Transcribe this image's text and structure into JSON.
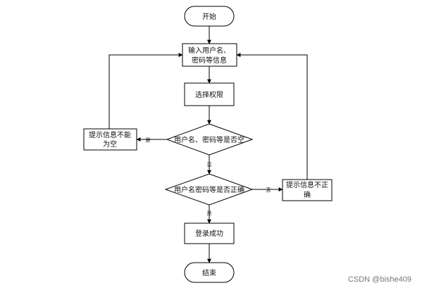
{
  "flowchart": {
    "start": "开始",
    "input_line1": "输入用户名、",
    "input_line2": "密码等信息",
    "select_role": "选择权限",
    "check_empty": "用户名、密码等是否空",
    "check_correct": "用户名密码等是否正确",
    "empty_msg_line1": "提示信息不能",
    "empty_msg_line2": "为空",
    "wrong_msg_line1": "提示信息不正",
    "wrong_msg_line2": "确",
    "login_success": "登录成功",
    "end": "结束"
  },
  "edge_labels": {
    "empty_yes": "是",
    "empty_no": "否",
    "correct_no": "否",
    "correct_yes": "是"
  },
  "watermark": "CSDN @bishe409"
}
